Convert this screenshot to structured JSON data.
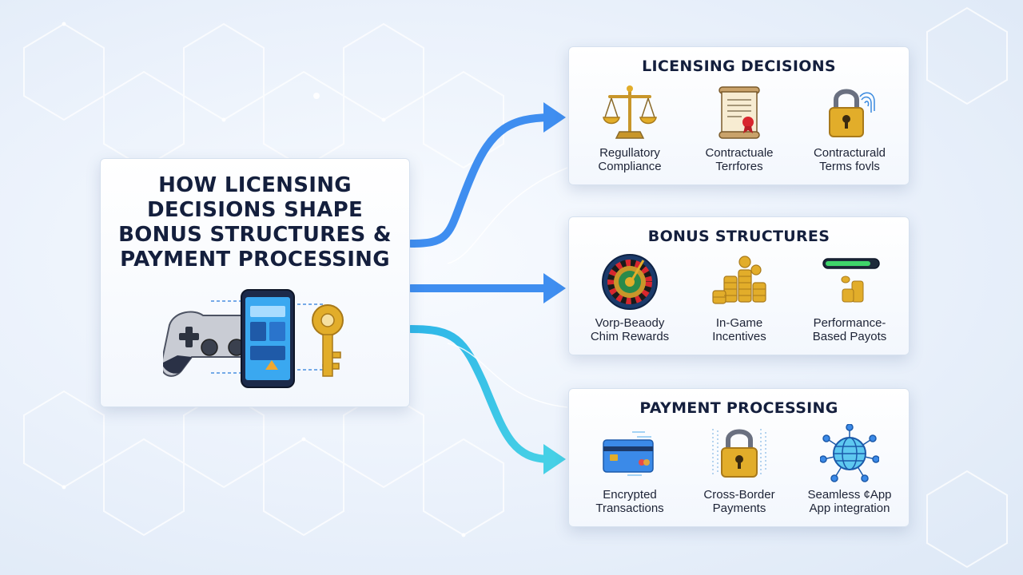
{
  "main": {
    "title_lines": [
      "HOW LICENSING",
      "DECISIONS SHAPE",
      "BONUS STRUCTURES &",
      "PAYMENT PROCESSING"
    ]
  },
  "panels": [
    {
      "id": "licensing",
      "title": "LICENSING DECISIONS",
      "items": [
        {
          "icon": "scales-icon",
          "lines": [
            "Regullatory",
            "Compliance"
          ]
        },
        {
          "icon": "contract-scroll-icon",
          "lines": [
            "Contractuale",
            "Terrfores"
          ]
        },
        {
          "icon": "padlock-fingerprint-icon",
          "lines": [
            "Contracturald",
            "Terms fovls"
          ]
        }
      ]
    },
    {
      "id": "bonus",
      "title": "BONUS STRUCTURES",
      "items": [
        {
          "icon": "roulette-wheel-icon",
          "lines": [
            "Vorp-Beaody",
            "Chim Rewards"
          ]
        },
        {
          "icon": "coin-stacks-icon",
          "lines": [
            "In-Game",
            "Incentives"
          ]
        },
        {
          "icon": "progress-bar-coins-icon",
          "lines": [
            "Performance-",
            "Based Payots"
          ]
        }
      ]
    },
    {
      "id": "payment",
      "title": "PAYMENT PROCESSING",
      "items": [
        {
          "icon": "credit-card-icon",
          "lines": [
            "Encrypted",
            "Transactions"
          ]
        },
        {
          "icon": "binary-padlock-icon",
          "lines": [
            "Cross-Border",
            "Payments"
          ]
        },
        {
          "icon": "network-globe-icon",
          "lines": [
            "Seamless ¢App",
            "App integration"
          ]
        }
      ]
    }
  ],
  "colors": {
    "arrow_blue": "#3f8ef0",
    "arrow_cyan": "#34c3e6",
    "title_text": "#141f3d",
    "gold": "#e2ad2a"
  }
}
